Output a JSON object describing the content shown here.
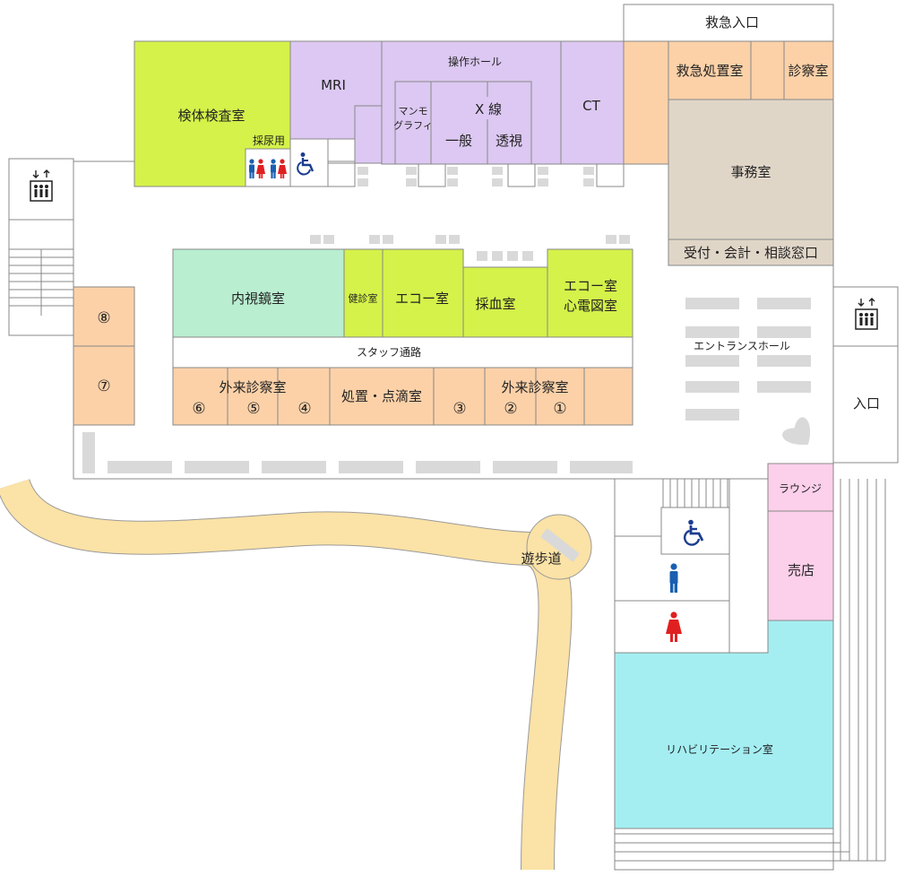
{
  "colors": {
    "green": "#d4f24a",
    "lavender": "#dcc8f2",
    "peach": "#fcd1a8",
    "taupe": "#e0d6c8",
    "mint": "#b9eed0",
    "cyan": "#a4eef2",
    "pink": "#fcd0ea",
    "path": "#fbe2a6",
    "path_edge": "#9a9a9a",
    "bench": "#d9d9d9",
    "male": "#1a5fb0",
    "female": "#e02020",
    "wheelchair": "#1b3d8f"
  },
  "icons": {
    "elevator": "elevator-icon",
    "toilet_male": "male-toilet-icon",
    "toilet_female": "female-toilet-icon",
    "wheelchair": "wheelchair-icon",
    "heart": "heart-icon"
  },
  "labels": {
    "emergency_entrance": "救急入口",
    "emergency_treatment": "救急処置室",
    "exam_room": "診察室",
    "office": "事務室",
    "reception": "受付・会計・相談窓口",
    "specimen": "検体検査室",
    "urine": "採尿用",
    "mri": "MRI",
    "control_hall": "操作ホール",
    "mammo": [
      "マンモ",
      "グラフィ"
    ],
    "xray": "X 線",
    "xray_general": "一般",
    "xray_fluoro": "透視",
    "ct": "CT",
    "endoscopy": "内視鏡室",
    "health_check": "健診室",
    "echo": "エコー室",
    "blood": "採血室",
    "echo_ecg": [
      "エコー室",
      "心電図室"
    ],
    "staff_corridor": "スタッフ通路",
    "outpatient_left": "外来診察室",
    "treatment_drip": "処置・点滴室",
    "outpatient_right": "外来診察室",
    "entrance_hall": "エントランスホール",
    "entrance": "入口",
    "lounge": "ラウンジ",
    "shop": "売店",
    "rehab": "リハビリテーション室",
    "walkway": "遊歩道",
    "room_numbers": {
      "r1": "①",
      "r2": "②",
      "r3": "③",
      "r4": "④",
      "r5": "⑤",
      "r6": "⑥",
      "r7": "⑦",
      "r8": "⑧"
    }
  }
}
